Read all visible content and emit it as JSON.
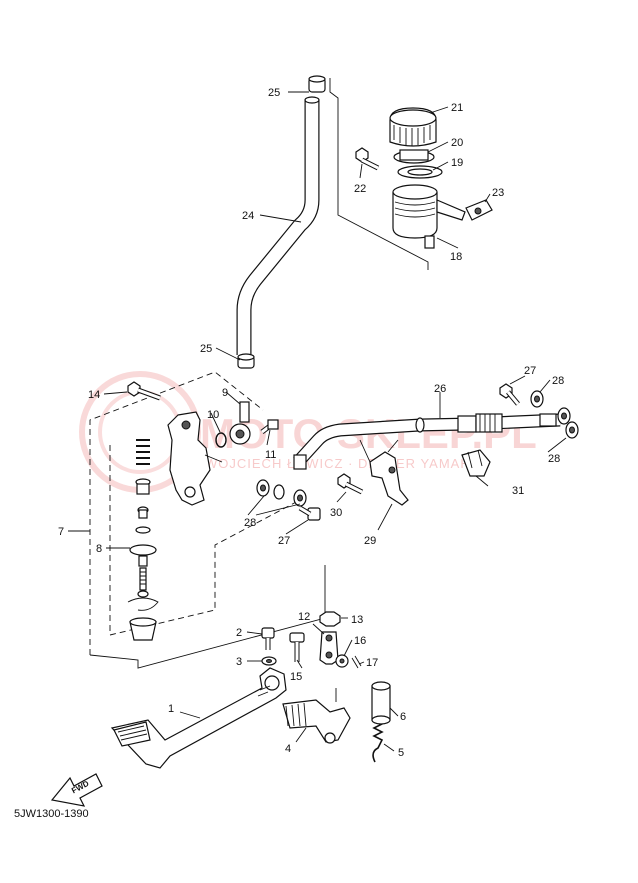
{
  "drawing_code": "5JW1300-1390",
  "direction_marker": "FWD",
  "watermark": {
    "main": "MOTO SKLEP.PL",
    "sub": "WOJCIECH ŁOWICZ · DEALER YAMAHA"
  },
  "callouts": {
    "c1": "1",
    "c2": "2",
    "c3": "3",
    "c4": "4",
    "c5": "5",
    "c6": "6",
    "c7": "7",
    "c8": "8",
    "c9": "9",
    "c10": "10",
    "c11": "11",
    "c12": "12",
    "c13": "13",
    "c14": "14",
    "c15": "15",
    "c16": "16",
    "c17": "17",
    "c18": "18",
    "c19": "19",
    "c20": "20",
    "c21": "21",
    "c22": "22",
    "c23": "23",
    "c24": "24",
    "c25a": "25",
    "c25b": "25",
    "c26": "26",
    "c27a": "27",
    "c27b": "27",
    "c28a": "28",
    "c28b": "28",
    "c28c": "28",
    "c29": "29",
    "c30": "30",
    "c31": "31"
  }
}
